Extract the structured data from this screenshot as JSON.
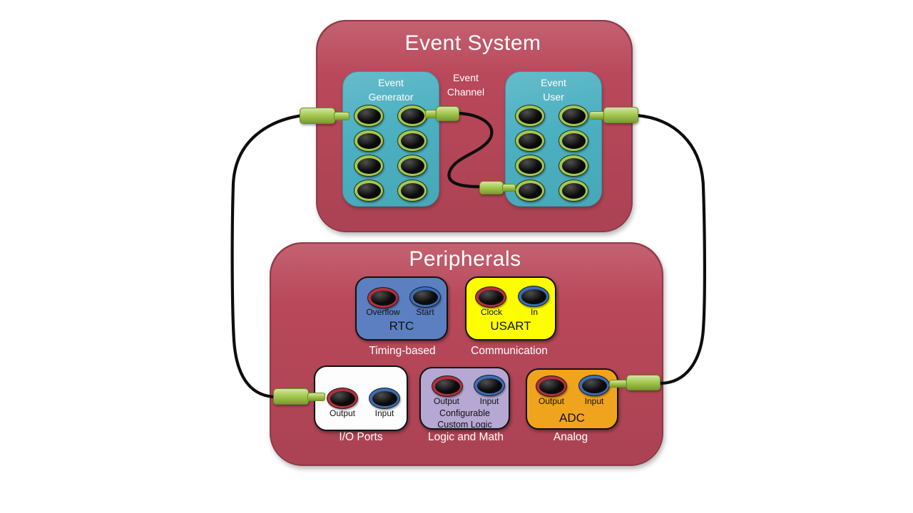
{
  "colors": {
    "page_bg": "#ffffff",
    "panel_red": "#b9485a",
    "panel_red_border": "#8d3945",
    "teal": "#4bb0c1",
    "teal_border": "#3796a8",
    "plug_green": "#9cc53e",
    "plug_green_border": "#64901f",
    "ring_green": "#a3c94f",
    "ring_red": "#b23140",
    "ring_blue": "#3d6db6",
    "socket_black": "#0b0b0b",
    "rtc_blue": "#5b7fc1",
    "usart_yellow": "#fdff00",
    "io_white": "#fdfdfd",
    "logic_purple": "#b5a8d2",
    "adc_orange": "#f0a41d",
    "wire_black": "#0d0d0d",
    "module_border": "#111111",
    "text_white": "#ffffff",
    "text_black": "#111111"
  },
  "event_system": {
    "title": "Event System",
    "generator": {
      "line1": "Event",
      "line2": "Generator"
    },
    "channel": {
      "line1": "Event",
      "line2": "Channel"
    },
    "user": {
      "line1": "Event",
      "line2": "User"
    }
  },
  "peripherals": {
    "title": "Peripherals",
    "modules": {
      "rtc": {
        "name": "RTC",
        "category": "Timing-based",
        "sockets": [
          {
            "label": "Overflow"
          },
          {
            "label": "Start"
          }
        ]
      },
      "usart": {
        "name": "USART",
        "category": "Communication",
        "sockets": [
          {
            "label": "Clock"
          },
          {
            "label": "In"
          }
        ]
      },
      "io": {
        "category": "I/O Ports",
        "sockets": [
          {
            "label": "Output"
          },
          {
            "label": "Input"
          }
        ]
      },
      "logic": {
        "name_line1": "Configurable",
        "name_line2": "Custom Logic",
        "category": "Logic and Math",
        "sockets": [
          {
            "label": "Output"
          },
          {
            "label": "Input"
          }
        ]
      },
      "adc": {
        "name": "ADC",
        "category": "Analog",
        "sockets": [
          {
            "label": "Output"
          },
          {
            "label": "Input"
          }
        ]
      }
    }
  }
}
